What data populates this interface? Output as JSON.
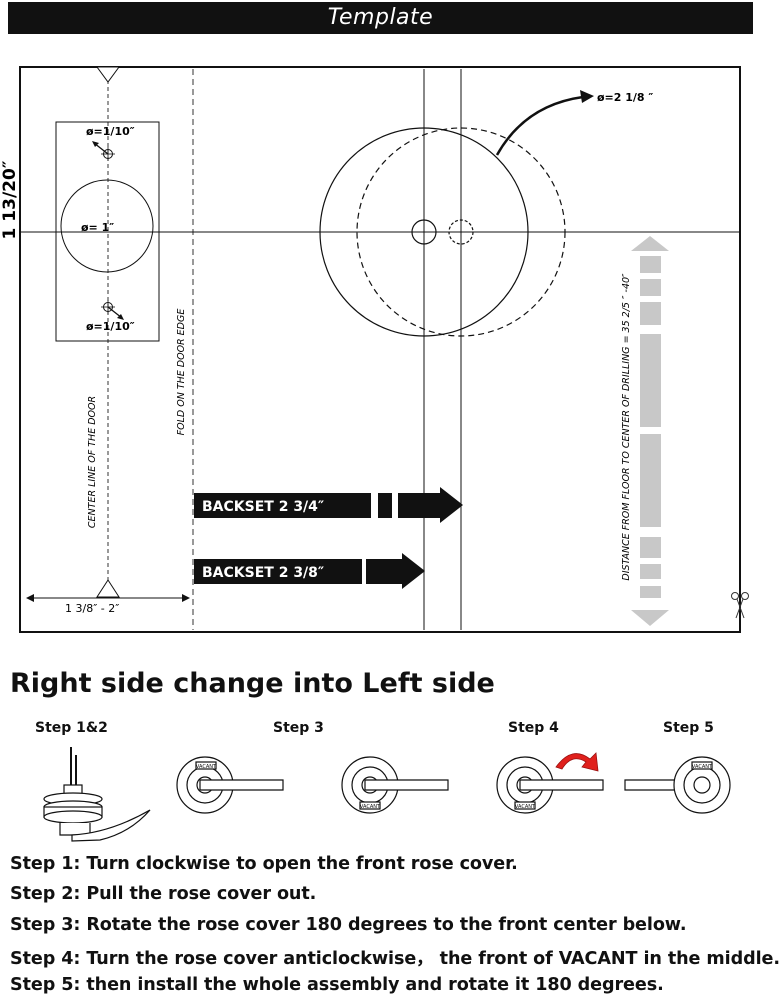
{
  "template": {
    "title": "Template",
    "side_dimension": "1 13/20″",
    "small_hole_top": "ø=1/10″",
    "small_hole_bottom": "ø=1/10″",
    "latch_hole": "ø= 1″",
    "big_hole": "ø=2 1/8 ″",
    "center_line_label": "CENTER LINE OF THE DOOR",
    "fold_label": "FOLD ON THE DOOR EDGE",
    "backset_long": "BACKSET 2 3/4″",
    "backset_short": "BACKSET 2 3/8″",
    "edge_dimension": "1 3/8″  - 2″",
    "floor_distance_label": "DISTANCE FROM FLOOR TO CENTER OF DRILLING = 35 2/5 ″ -40″"
  },
  "section": {
    "heading": "Right side change into Left side"
  },
  "steps": {
    "labels": [
      "Step 1&2",
      "Step 3",
      "Step 4",
      "Step 5"
    ],
    "instructions": [
      "Step 1:  Turn clockwise to open the front rose cover.",
      "Step 2:  Pull the rose cover out.",
      "Step 3:  Rotate the rose cover 180 degrees to the front center below.",
      "Step 4:  Turn the rose cover anticlockwise， the front of VACANT in the middle.",
      "Step 5:  then install the whole assembly and rotate it 180 degrees."
    ],
    "rose_text": "VACANT"
  },
  "colors": {
    "rotation_arrow": "#e0201c",
    "floor_arrow": "#c8c8c8",
    "ink": "#111111"
  }
}
